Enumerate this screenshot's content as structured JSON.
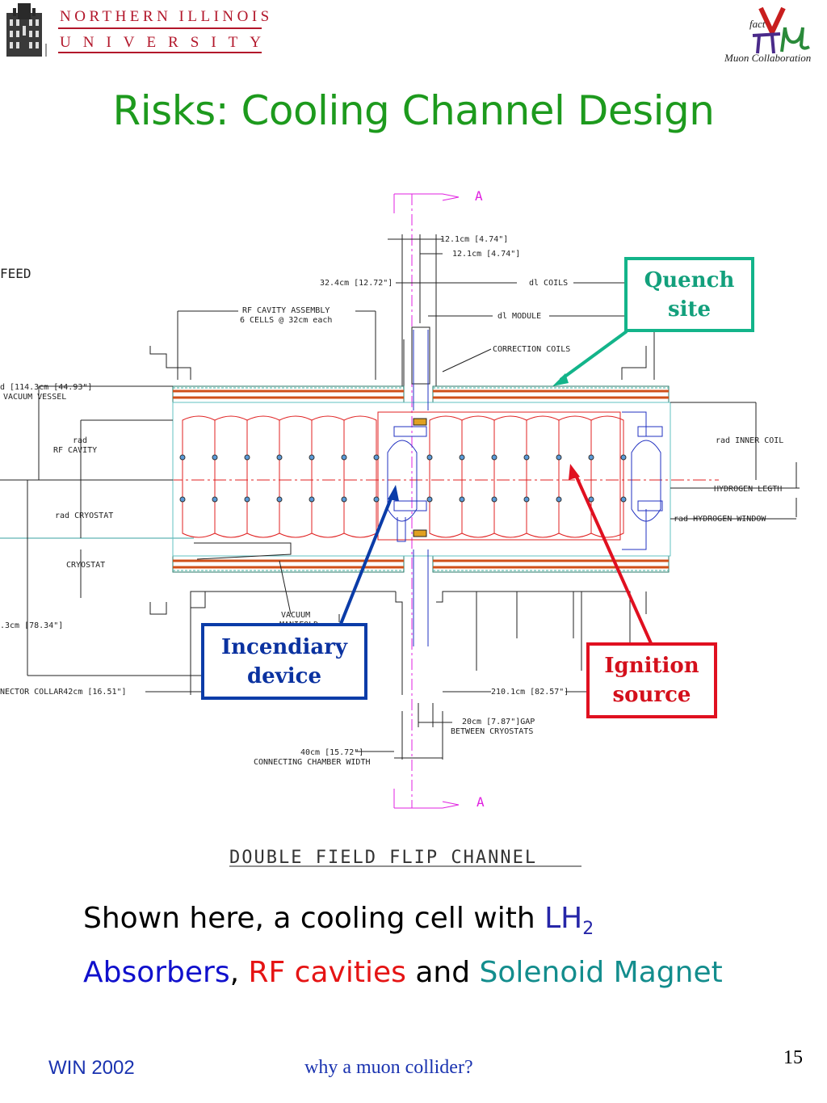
{
  "header": {
    "university_line1": "NORTHERN ILLINOIS",
    "university_line2": "UNIVERSITY",
    "collab_prefix": "fact",
    "collab_name": "Muon Collaboration"
  },
  "title": "Risks: Cooling Channel Design",
  "drawing": {
    "labels": {
      "dim_121a": "12.1cm [4.74\"]",
      "dim_121b": "12.1cm [4.74\"]",
      "dim_324": "32.4cm [12.72\"]",
      "dl_coils": "dl COILS",
      "rf_assembly_1": "RF CAVITY ASSEMBLY",
      "rf_assembly_2": "6 CELLS @ 32cm each",
      "dl_module": "dl MODULE",
      "correction_coils": "CORRECTION COILS",
      "feed": "FEED",
      "rad_vessel_1": "d [114.3cm [44.93\"]",
      "rad_vessel_2": "VACUUM VESSEL",
      "rad_rf_1": "rad",
      "rad_rf_2": "RF CAVITY",
      "rad_inner_coil": "rad INNER COIL",
      "hydrogen_legth": "HYDROGEN LEGTH",
      "rad_cryostat": "rad CRYOSTAT",
      "rad_h_window": "rad HYDROGEN WINDOW",
      "cryostat": "CRYOSTAT",
      "vacuum_manifold_1": "VACUUM",
      "vacuum_manifold_2": "MANIFOLD",
      "dim_78": ".3cm [78.34\"]",
      "connector_collar": "NECTOR COLLAR42cm [16.51\"]",
      "dim_2101": "210.1cm [82.57\"]",
      "gap_1": "20cm [7.87\"]GAP",
      "gap_2": "BETWEEN CRYOSTATS",
      "width_1": "40cm [15.72\"]",
      "width_2": "CONNECTING CHAMBER WIDTH",
      "section_mark_top": "A",
      "section_mark_bottom": "A",
      "drawing_title": "DOUBLE FIELD FLIP CHANNEL"
    }
  },
  "callouts": {
    "quench": [
      "Quench",
      "site"
    ],
    "incendiary": [
      "Incendiary",
      "device"
    ],
    "ignition": [
      "Ignition",
      "source"
    ]
  },
  "caption": {
    "line1_text": "Shown here, a cooling cell with ",
    "line1_lh": "LH",
    "line1_sub": "2",
    "absorbers": "Absorbers",
    "comma": ", ",
    "rf": "RF cavities",
    "and": " and ",
    "solenoid": "Solenoid Magnet"
  },
  "footer": {
    "left": "WIN 2002",
    "center": "why a muon collider?",
    "page": "15"
  },
  "colors": {
    "title": "#1d9a1d",
    "niu_red": "#b2162a",
    "quench": "#13b48a",
    "incendiary": "#0b3ca8",
    "ignition": "#e01020",
    "footer": "#1a33b0"
  }
}
